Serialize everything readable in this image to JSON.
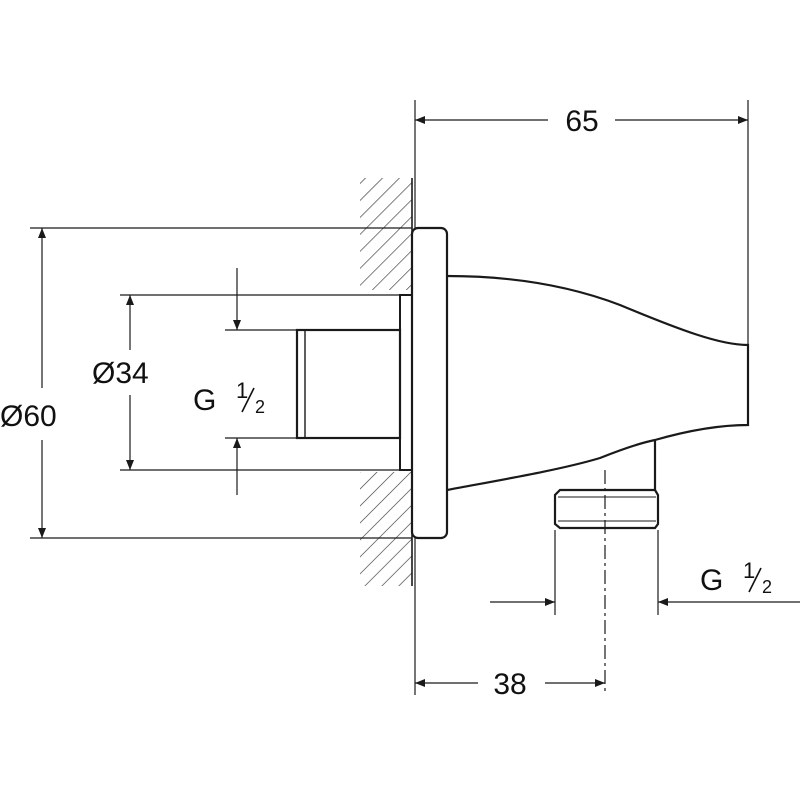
{
  "dimensions": {
    "overall_depth": "65",
    "outlet_offset": "38",
    "flange_diameter": "Ø60",
    "stub_diameter": "Ø34",
    "inlet_thread": {
      "prefix": "G",
      "num": "1",
      "den": "2"
    },
    "outlet_thread": {
      "prefix": "G",
      "num": "1",
      "den": "2"
    }
  },
  "colors": {
    "line": "#1a1a1a",
    "background": "#ffffff"
  }
}
